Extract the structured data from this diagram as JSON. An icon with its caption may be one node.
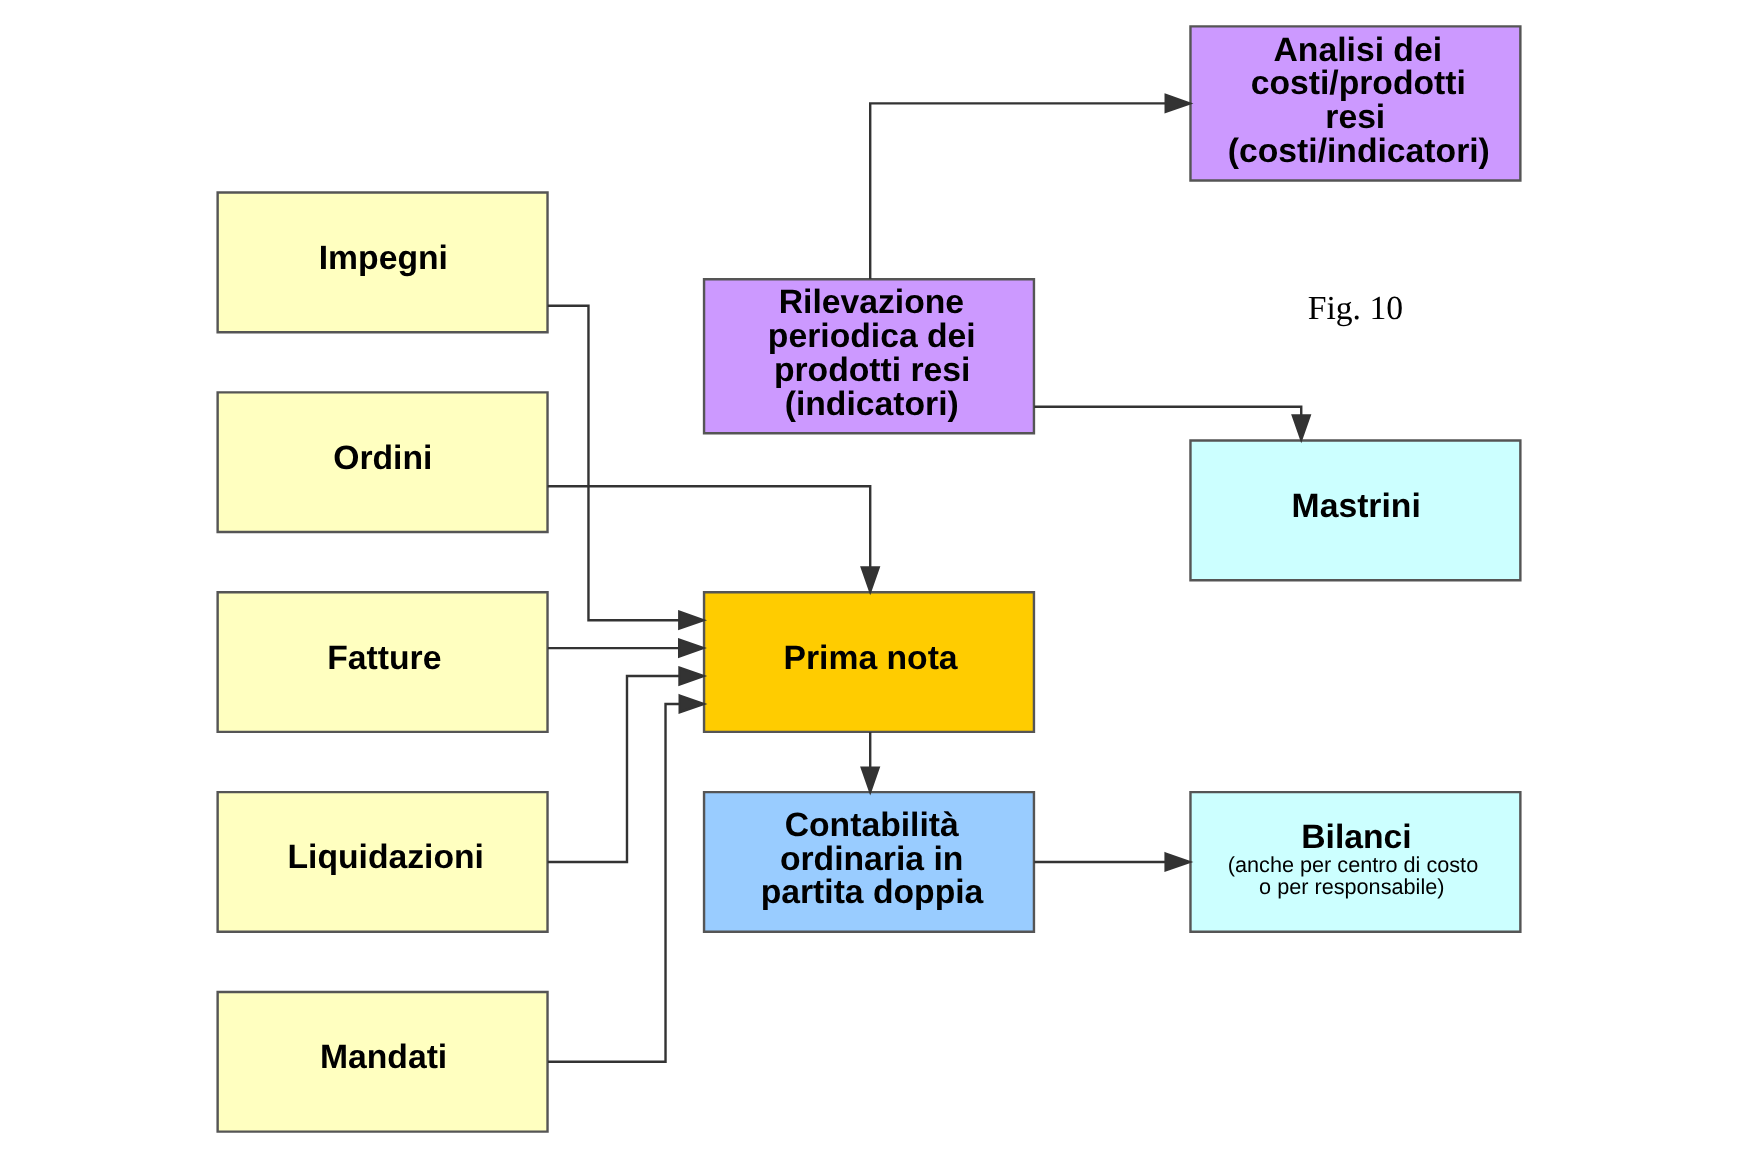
{
  "diagram": {
    "nodes": [
      {
        "text": [
          "Impegni"
        ]
      },
      {
        "text": [
          "Ordini"
        ]
      },
      {
        "text": [
          "Fatture"
        ]
      },
      {
        "text": [
          "Liquidazioni"
        ]
      },
      {
        "text": [
          "Mandati"
        ]
      },
      {
        "text": [
          "Prima nota"
        ]
      },
      {
        "text": [
          "Contabilità ordinaria in partita doppia"
        ]
      },
      {
        "text": [
          "Mastrini"
        ]
      },
      {
        "text": [
          "Bilanci",
          "(anche per centro di costo o per responsabile)"
        ]
      },
      {
        "text": [
          "Rilevazione periodica dei prodotti resi (indicatori)"
        ]
      },
      {
        "text": [
          "Analisi dei costi/prodotti resi (costi/indicatori)"
        ]
      }
    ],
    "edges": [
      {
        "from": 0,
        "to": 5,
        "arrow": "to"
      },
      {
        "from": 1,
        "to": 5,
        "arrow": "to"
      },
      {
        "from": 2,
        "to": 5,
        "arrow": "to"
      },
      {
        "from": 3,
        "to": 5,
        "arrow": "to"
      },
      {
        "from": 4,
        "to": 5,
        "arrow": "to"
      },
      {
        "from": 5,
        "to": 6,
        "arrow": "to"
      },
      {
        "from": 6,
        "to": 8,
        "arrow": "to"
      },
      {
        "from": 9,
        "to": 7,
        "arrow": "to"
      },
      {
        "from": 9,
        "to": 10,
        "arrow": "to"
      }
    ],
    "labels": [
      "Fig. 10"
    ]
  }
}
